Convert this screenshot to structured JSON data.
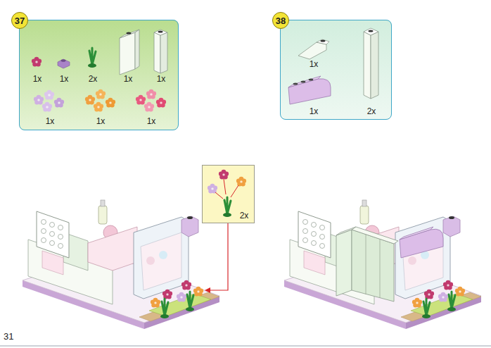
{
  "diagram": {
    "nodes": [
      {
        "text": [
          "1x",
          "1x",
          "2x",
          "1x",
          "1x",
          "1x",
          "1x",
          "1x"
        ]
      },
      {
        "text": [
          "37"
        ],
        "in": 0
      },
      {
        "text": [
          "1x",
          "1x",
          "2x"
        ]
      },
      {
        "text": [
          "38"
        ],
        "in": 2
      },
      {
        "text": [
          "2x"
        ]
      }
    ],
    "labels": [
      "31"
    ]
  }
}
